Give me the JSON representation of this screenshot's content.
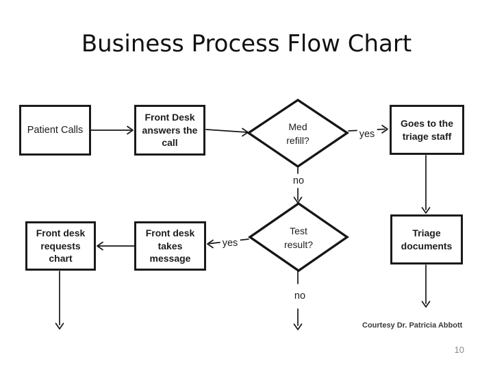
{
  "slide": {
    "title": "Business Process Flow Chart",
    "credit": "Courtesy Dr. Patricia Abbott",
    "page_number": "10"
  },
  "colors": {
    "background": "#ffffff",
    "ink": "#161616",
    "box_border": "#1a1a1a",
    "page_number_gray": "#8a8a8a",
    "credit_gray": "#3a3a3a"
  },
  "flowchart": {
    "boxes": [
      {
        "id": "patient-calls",
        "label": "Patient Calls"
      },
      {
        "id": "front-desk-answers",
        "label": "Front Desk answers the call"
      },
      {
        "id": "goes-to-triage",
        "label": "Goes to the triage staff"
      },
      {
        "id": "front-desk-requests",
        "label": "Front desk requests chart"
      },
      {
        "id": "front-desk-takes",
        "label": "Front desk takes message"
      },
      {
        "id": "triage-documents",
        "label": "Triage documents"
      }
    ],
    "decisions": [
      {
        "id": "med-refill",
        "label": "Med refill?"
      },
      {
        "id": "test-result",
        "label": "Test result?"
      }
    ],
    "edge_labels": {
      "med_yes": "yes",
      "med_no": "no",
      "test_yes": "yes",
      "test_no": "no"
    },
    "edges": [
      {
        "from": "patient-calls",
        "to": "front-desk-answers",
        "label": ""
      },
      {
        "from": "front-desk-answers",
        "to": "med-refill",
        "label": ""
      },
      {
        "from": "med-refill",
        "to": "goes-to-triage",
        "label": "yes"
      },
      {
        "from": "med-refill",
        "to": "test-result",
        "label": "no"
      },
      {
        "from": "test-result",
        "to": "front-desk-takes",
        "label": "yes"
      },
      {
        "from": "test-result",
        "to": "",
        "label": "no"
      },
      {
        "from": "front-desk-takes",
        "to": "front-desk-requests",
        "label": ""
      },
      {
        "from": "front-desk-requests",
        "to": "",
        "label": ""
      },
      {
        "from": "goes-to-triage",
        "to": "triage-documents",
        "label": ""
      },
      {
        "from": "triage-documents",
        "to": "",
        "label": ""
      }
    ]
  }
}
